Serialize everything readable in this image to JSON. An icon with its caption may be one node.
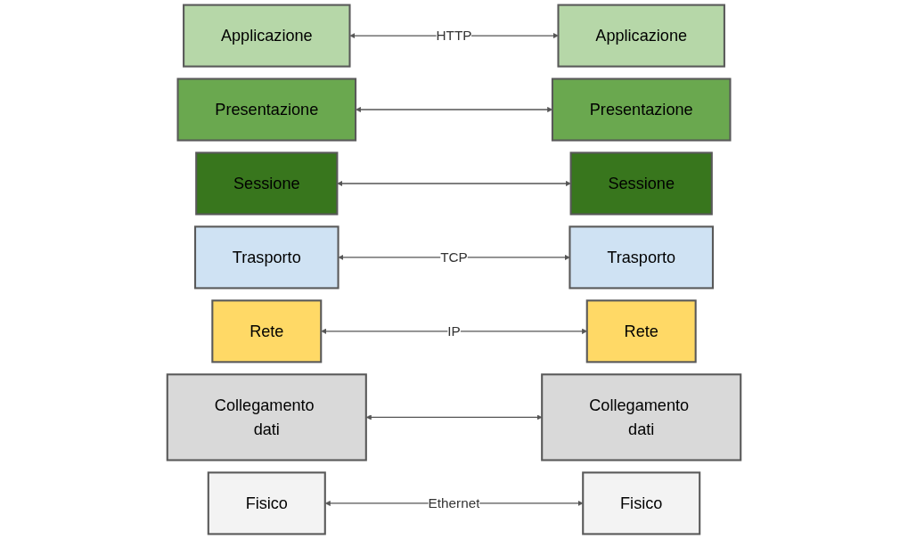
{
  "diagram": {
    "nodes": [
      {
        "text": [
          "Applicazione"
        ]
      },
      {
        "text": [
          "Applicazione"
        ]
      },
      {
        "text": [
          "Presentazione"
        ]
      },
      {
        "text": [
          "Presentazione"
        ]
      },
      {
        "text": [
          "Sessione"
        ]
      },
      {
        "text": [
          "Sessione"
        ]
      },
      {
        "text": [
          "Trasporto"
        ]
      },
      {
        "text": [
          "Trasporto"
        ]
      },
      {
        "text": [
          "Rete"
        ]
      },
      {
        "text": [
          "Rete"
        ]
      },
      {
        "text": [
          "Collegamento dati"
        ]
      },
      {
        "text": [
          "Collegamento dati"
        ]
      },
      {
        "text": [
          "Fisico"
        ]
      },
      {
        "text": [
          "Fisico"
        ]
      }
    ],
    "edges": [
      {
        "from": 0,
        "to": 1,
        "arrow": "both",
        "label": "HTTP"
      },
      {
        "from": 2,
        "to": 3,
        "arrow": "both"
      },
      {
        "from": 4,
        "to": 5,
        "arrow": "both"
      },
      {
        "from": 6,
        "to": 7,
        "arrow": "both",
        "label": "TCP"
      },
      {
        "from": 8,
        "to": 9,
        "arrow": "both",
        "label": "IP"
      },
      {
        "from": 10,
        "to": 11,
        "arrow": "both"
      },
      {
        "from": 12,
        "to": 13,
        "arrow": "both",
        "label": "Ethernet"
      }
    ]
  }
}
